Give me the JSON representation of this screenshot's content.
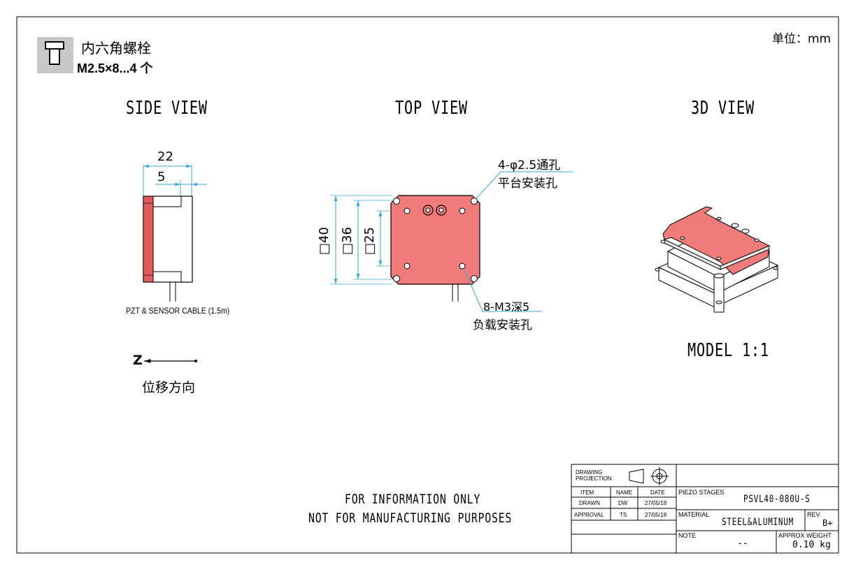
{
  "fastener": {
    "icon": "hex-socket-bolt-icon",
    "name": "内六角螺栓",
    "spec": "M2.5×8...4 个"
  },
  "unit_label": "单位：mm",
  "views": {
    "side": "SIDE VIEW",
    "top": "TOP VIEW",
    "iso": "3D VIEW",
    "model_scale": "MODEL 1:1"
  },
  "side_view": {
    "dim_total": "22",
    "dim_inner": "5",
    "cable_note": "PZT & SENSOR CABLE (1.5m)",
    "axis_label": "Z",
    "direction_label": "位移方向"
  },
  "top_view": {
    "dim_outer": "□40",
    "dim_mid": "□36",
    "dim_inner": "□25",
    "callout1_line1": "4-φ2.5通孔",
    "callout1_line2": "平台安装孔",
    "callout2_line1": "8-M3深5",
    "callout2_line2": "负载安装孔"
  },
  "disclaimer": {
    "line1": "FOR INFORMATION ONLY",
    "line2": "NOT FOR MANUFACTURING PURPOSES"
  },
  "title_block": {
    "projection_label": "DRAWING PROJECTION",
    "projection_icon": "third-angle-projection-icon",
    "headers": [
      "ITEM",
      "NAME",
      "DATE"
    ],
    "rows": [
      [
        "DRAWN",
        "DW",
        "27/05/18"
      ],
      [
        "APPROVAL",
        "TS",
        "27/05/18"
      ]
    ],
    "product_label": "PIEZO STAGES",
    "product_value": "PSVL40-080U-S",
    "material_label": "MATERIAL",
    "material_value": "STEEL&ALUMINUM",
    "rev_label": "REV",
    "rev_value": "B+",
    "note_label": "NOTE",
    "note_value": "--",
    "weight_label": "APPROX WEIGHT",
    "weight_value": "0.10 kg"
  },
  "colors": {
    "stage_red": "#f07b7b",
    "side_red": "#e05a5a",
    "dimension_cyan": "#3aa8d8"
  }
}
